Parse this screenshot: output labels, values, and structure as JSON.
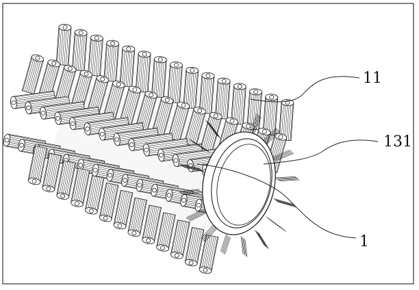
{
  "figure": {
    "callouts": [
      {
        "id": "label-11",
        "text": "11"
      },
      {
        "id": "label-131",
        "text": "131"
      },
      {
        "id": "label-1",
        "text": "1"
      }
    ]
  },
  "colors": {
    "stroke": "#222222",
    "frame": "#333333",
    "fill": "#ffffff",
    "shade": "#e9e9e9"
  }
}
